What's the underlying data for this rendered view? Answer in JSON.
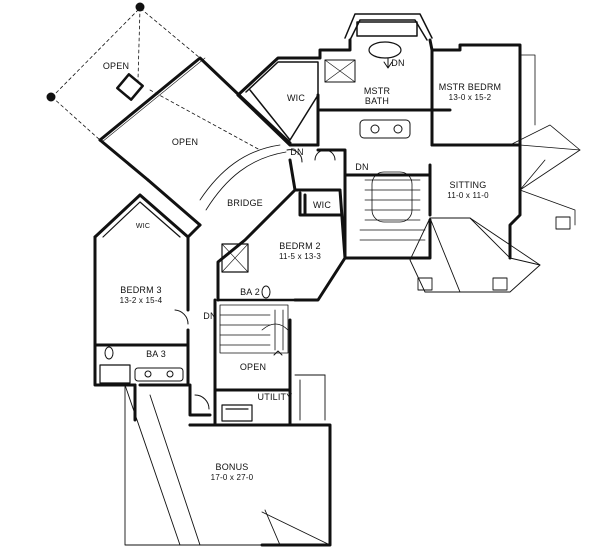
{
  "rooms": {
    "open_top": "OPEN",
    "open_mid": "OPEN",
    "wic_master": "WIC",
    "mstr_bath": "MSTR\nBATH",
    "mstr_bath_l1": "MSTR",
    "mstr_bath_l2": "BATH",
    "mstr_bedrm": "MSTR BEDRM",
    "mstr_bedrm_dim": "13-0 x 15-2",
    "dn_bath": "DN",
    "dn_hall": "DN",
    "dn_stair": "DN",
    "dn_left": "DN",
    "sitting": "SITTING",
    "sitting_dim": "11-0 x 11-0",
    "bridge": "BRIDGE",
    "wic_bed2": "WIC",
    "bedrm2": "BEDRM 2",
    "bedrm2_dim": "11-5 x 13-3",
    "wic_bed3": "WIC",
    "bedrm3": "BEDRM 3",
    "bedrm3_dim": "13-2 x 15-4",
    "ba2": "BA 2",
    "ba3": "BA 3",
    "open_stair": "OPEN",
    "utility": "UTILITY",
    "bonus": "BONUS",
    "bonus_dim": "17-0 x 27-0"
  }
}
